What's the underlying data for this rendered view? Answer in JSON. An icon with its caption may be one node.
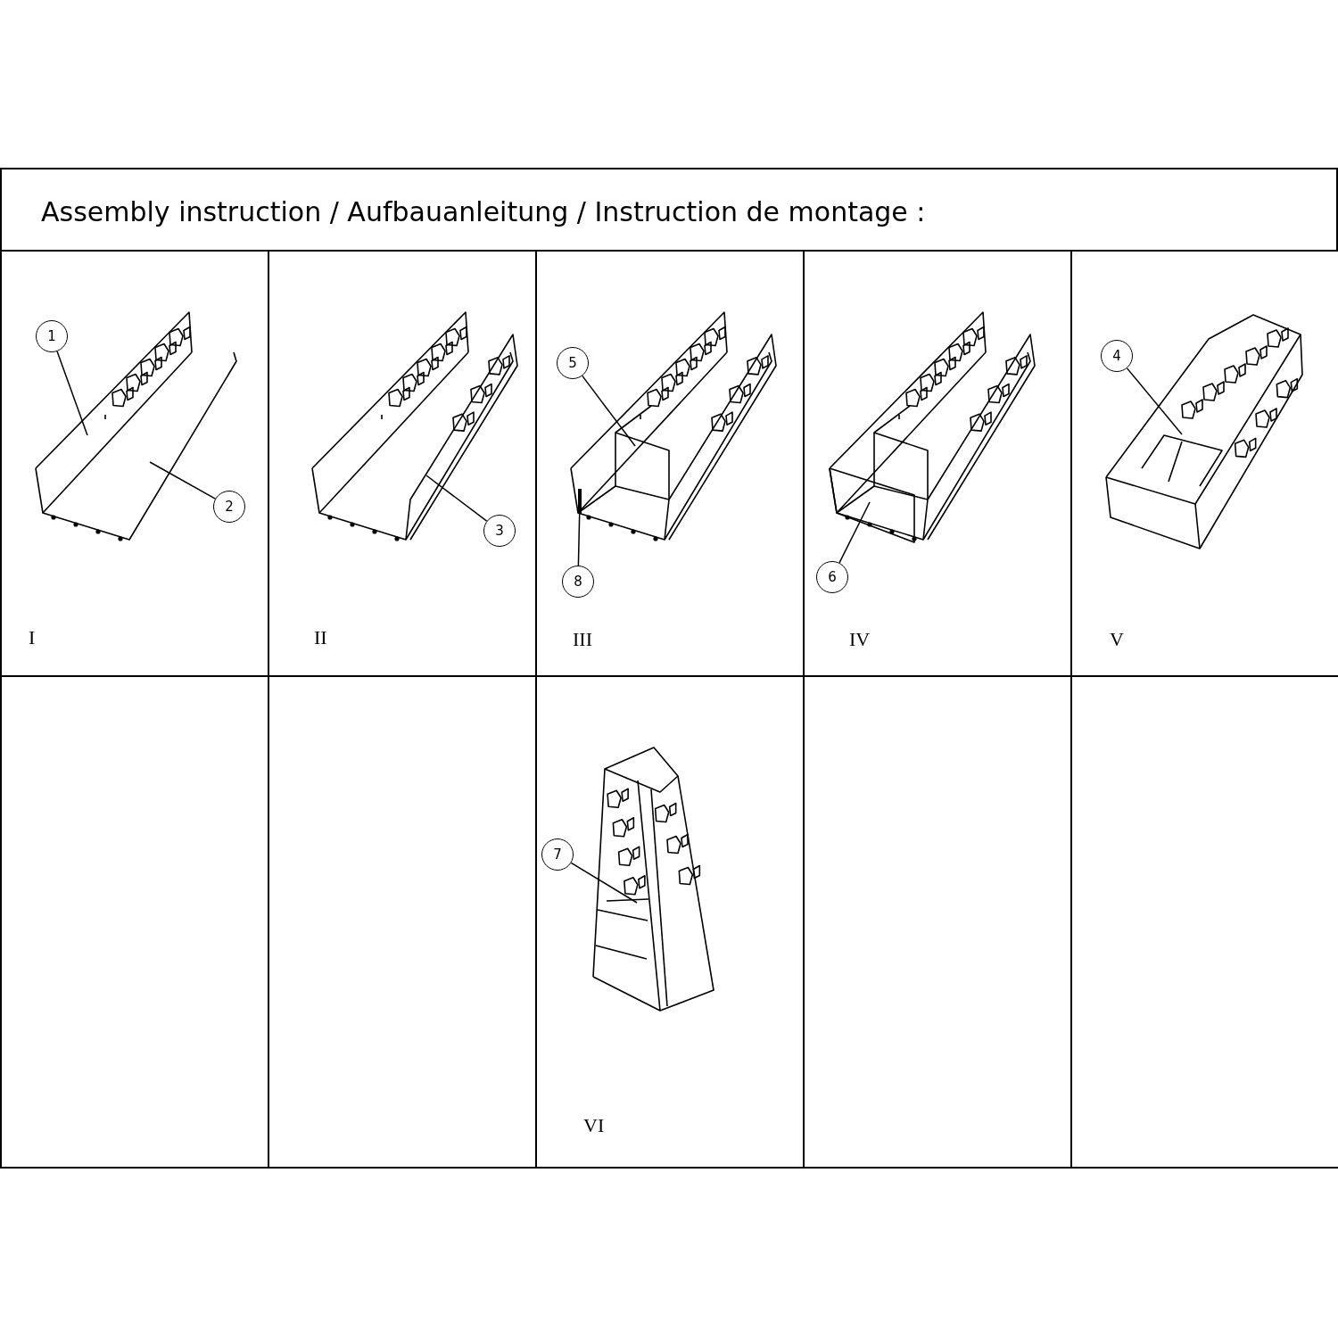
{
  "diagram": {
    "title": "Assembly instruction / Aufbauanleitung / Instruction de montage :",
    "nodes": [
      {
        "text": [
          "I"
        ]
      },
      {
        "text": [
          "1"
        ],
        "in": 0
      },
      {
        "text": [
          "2"
        ],
        "in": 0
      },
      {
        "text": [
          "II"
        ]
      },
      {
        "text": [
          "3"
        ],
        "in": 3
      },
      {
        "text": [
          "III"
        ]
      },
      {
        "text": [
          "5"
        ],
        "in": 5
      },
      {
        "text": [
          "8"
        ],
        "in": 5
      },
      {
        "text": [
          "IV"
        ]
      },
      {
        "text": [
          "6"
        ],
        "in": 8
      },
      {
        "text": [
          "V"
        ]
      },
      {
        "text": [
          "4"
        ],
        "in": 10
      },
      {
        "text": [],
        "shape": "box"
      },
      {
        "text": [],
        "shape": "box"
      },
      {
        "text": [
          "VI"
        ]
      },
      {
        "text": [
          "7"
        ],
        "in": 14
      },
      {
        "text": [],
        "shape": "box"
      },
      {
        "text": [],
        "shape": "box"
      },
      {
        "text": [],
        "shape": "bar",
        "in": 5
      }
    ],
    "edges": [
      {
        "from": 1,
        "to": null,
        "arrow": "none"
      },
      {
        "from": 2,
        "to": null,
        "arrow": "none"
      },
      {
        "from": 4,
        "to": null,
        "arrow": "none"
      },
      {
        "from": 6,
        "to": null,
        "arrow": "none"
      },
      {
        "from": 7,
        "to": 18,
        "arrow": "none"
      },
      {
        "from": 9,
        "to": null,
        "arrow": "none"
      },
      {
        "from": 11,
        "to": null,
        "arrow": "none"
      },
      {
        "from": 15,
        "to": null,
        "arrow": "none"
      }
    ]
  }
}
